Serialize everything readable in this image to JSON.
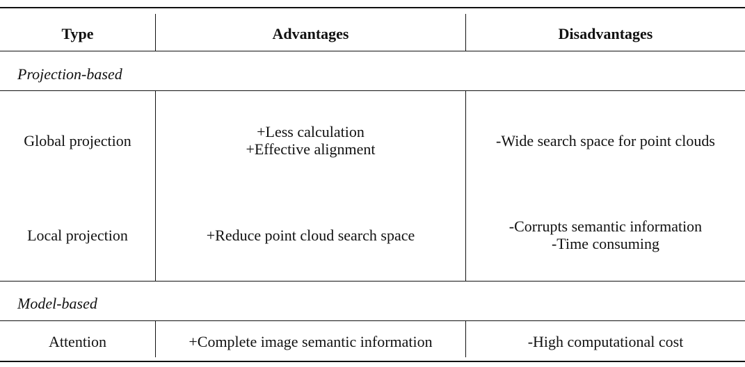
{
  "table": {
    "headers": [
      "Type",
      "Advantages",
      "Disadvantages"
    ],
    "sections": [
      {
        "title": "Projection-based",
        "rows": [
          {
            "type": "Global projection",
            "advantages": [
              "+Less calculation",
              "+Effective alignment"
            ],
            "disadvantages": [
              "-Wide search space for point clouds"
            ]
          },
          {
            "type": "Local projection",
            "advantages": [
              "+Reduce point cloud search space"
            ],
            "disadvantages": [
              "-Corrupts semantic information",
              "-Time consuming"
            ]
          }
        ]
      },
      {
        "title": "Model-based",
        "rows": [
          {
            "type": "Attention",
            "advantages": [
              "+Complete image semantic information"
            ],
            "disadvantages": [
              "-High computational cost"
            ]
          }
        ]
      }
    ]
  }
}
